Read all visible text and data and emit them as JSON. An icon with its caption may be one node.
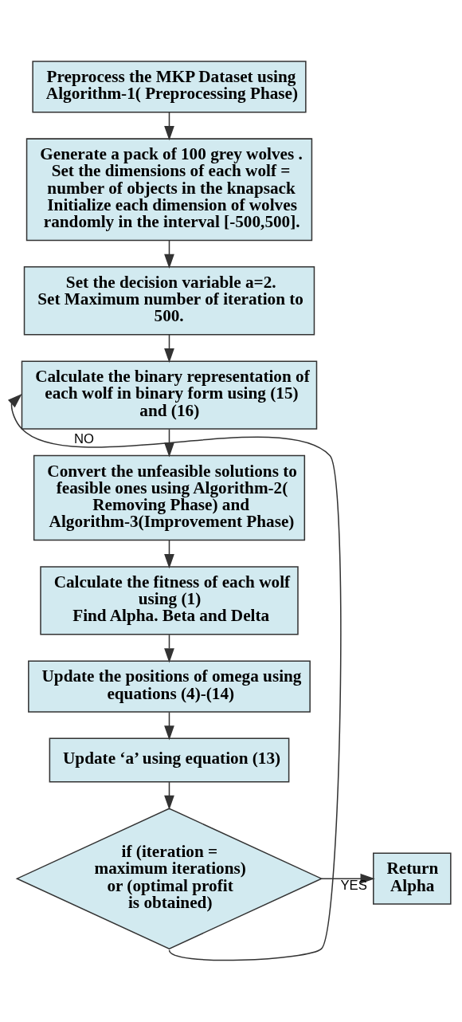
{
  "diagram": {
    "nodes": [
      {
        "text": [
          "Preprocess the MKP Dataset using Algorithm-1( Preprocessing Phase)"
        ]
      },
      {
        "text": [
          "Generate a pack of 100 grey wolves .",
          "Set the dimensions of each wolf = number of objects in the knapsack",
          "Initialize each dimension of wolves randomly in the interval [-500,500]."
        ]
      },
      {
        "text": [
          "Set the decision variable a=2.",
          "Set Maximum number of iteration to 500."
        ]
      },
      {
        "text": [
          "Calculate the binary representation of each wolf in binary form using (15) and (16)"
        ]
      },
      {
        "text": [
          "Convert the unfeasible solutions to feasible ones using Algorithm-2( Removing Phase) and Algorithm-3(Improvement Phase)"
        ]
      },
      {
        "text": [
          "Calculate the fitness of each wolf using (1)",
          "Find Alpha. Beta and Delta"
        ]
      },
      {
        "text": [
          "Update the positions of omega using equations (4)-(14)"
        ]
      },
      {
        "text": [
          "Update ‘a’ using equation (13)"
        ]
      },
      {
        "text": [
          "if (iteration = maximum iterations) or (optimal profit is obtained)"
        ]
      },
      {
        "text": [
          "Return Alpha"
        ]
      }
    ],
    "edges": [
      {
        "from": 0,
        "to": 1,
        "arrow": "to"
      },
      {
        "from": 1,
        "to": 2,
        "arrow": "to"
      },
      {
        "from": 2,
        "to": 3,
        "arrow": "to"
      },
      {
        "from": 3,
        "to": 4,
        "arrow": "to"
      },
      {
        "from": 4,
        "to": 5,
        "arrow": "to"
      },
      {
        "from": 5,
        "to": 6,
        "arrow": "to"
      },
      {
        "from": 6,
        "to": 7,
        "arrow": "to"
      },
      {
        "from": 7,
        "to": 8,
        "arrow": "to"
      },
      {
        "from": 8,
        "to": 9,
        "arrow": "to",
        "label": "YES"
      },
      {
        "from": 8,
        "to": 3,
        "arrow": "to",
        "label": "NO"
      }
    ]
  }
}
